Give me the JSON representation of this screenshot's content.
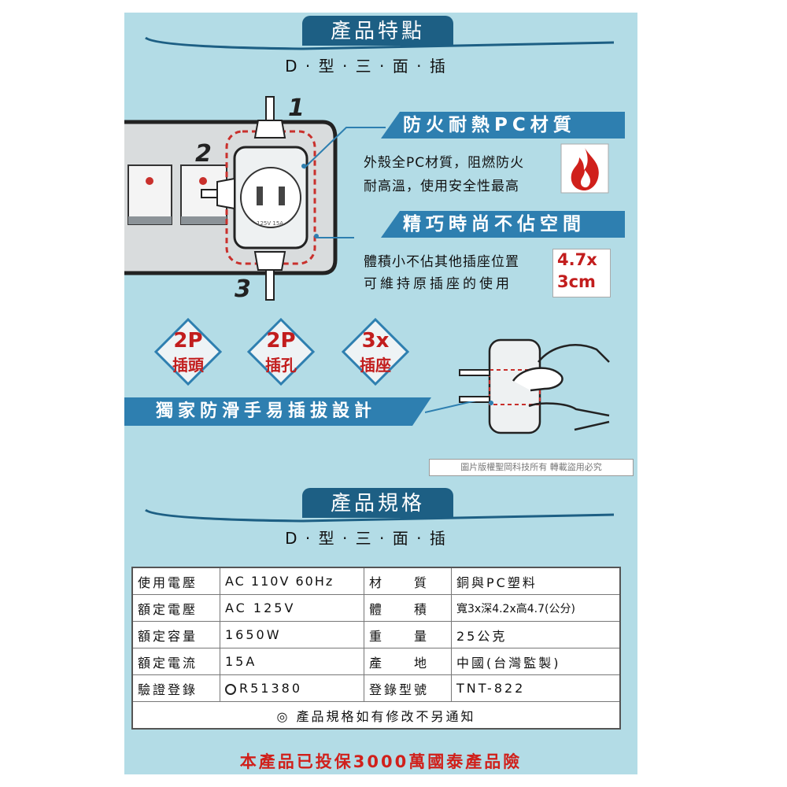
{
  "features": {
    "title": "產品特點",
    "subtitle": "D · 型 · 三 · 面 · 插",
    "labels": {
      "one": "1",
      "two": "2",
      "three": "3"
    },
    "device_text": "125V 15A",
    "fire": {
      "ribbon": "防火耐熱PC材質",
      "line1": "外殼全PC材質，阻燃防火",
      "line2": "耐高溫，使用安全性最高"
    },
    "compact": {
      "ribbon": "精巧時尚不佔空間",
      "line1": "體積小不佔其他插座位置",
      "line2": "可維持原插座的使用",
      "size1": "4.7x",
      "size2": "3cm"
    },
    "badges": [
      {
        "top": "2P",
        "bottom": "插頭"
      },
      {
        "top": "2P",
        "bottom": "插孔"
      },
      {
        "top": "3x",
        "bottom": "插座"
      }
    ],
    "antislip": "獨家防滑手易插拔設計",
    "copyright": "圖片版權聖岡科技所有 轉載盜用必究"
  },
  "specs": {
    "title": "產品規格",
    "subtitle": "D · 型 · 三 · 面 · 插",
    "rows": [
      {
        "k1": "使用電壓",
        "v1": "AC 110V 60Hz",
        "k2": "材　　質",
        "v2": "銅與PC塑料"
      },
      {
        "k1": "額定電壓",
        "v1": "AC 125V",
        "k2": "體　　積",
        "v2": "寬3x深4.2x高4.7(公分)"
      },
      {
        "k1": "額定容量",
        "v1": "1650W",
        "k2": "重　　量",
        "v2": "25公克"
      },
      {
        "k1": "額定電流",
        "v1": "15A",
        "k2": "產　　地",
        "v2": "中國(台灣監製)"
      },
      {
        "k1": "驗證登錄",
        "v1": "R51380",
        "k2": "登錄型號",
        "v2": "TNT-822"
      }
    ],
    "note": "◎ 產品規格如有修改不另通知"
  },
  "footer": "本產品已投保3000萬國泰產品險",
  "colors": {
    "panel": "#b3dce6",
    "accent_dark": "#1d5f84",
    "ribbon": "#2e7fb0",
    "red": "#c21d1d"
  }
}
